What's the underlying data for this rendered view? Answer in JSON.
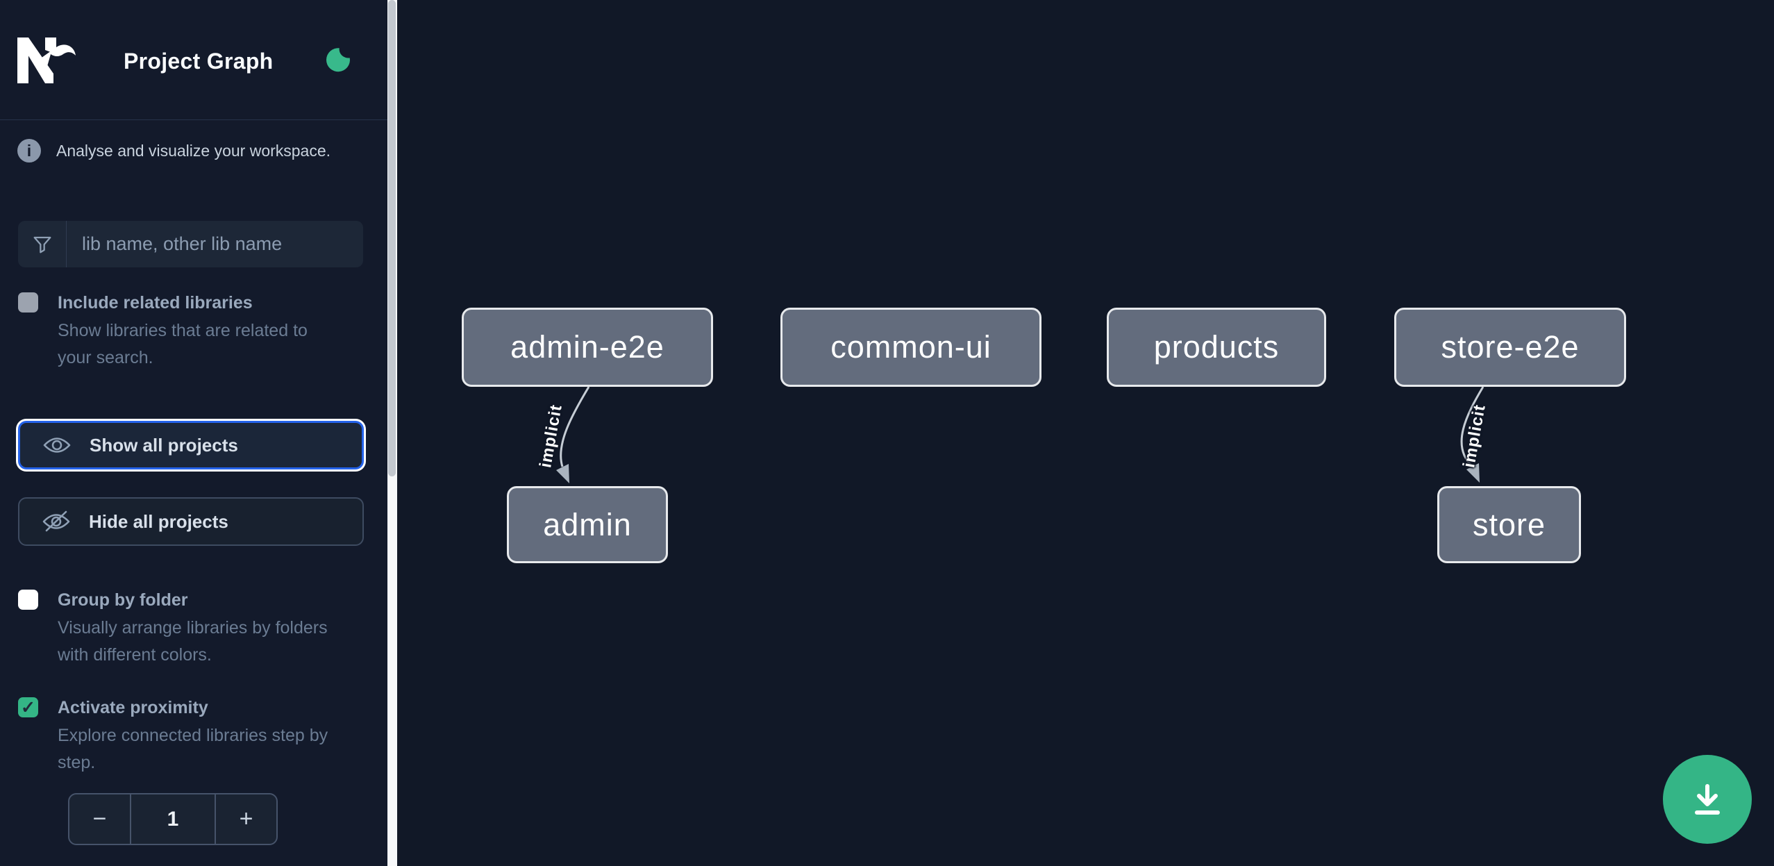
{
  "app": {
    "title": "Project Graph"
  },
  "colors": {
    "accent_green": "#34b586",
    "focus_blue": "#2563eb",
    "node_fill": "#636c7d",
    "node_border": "#e7e9ec",
    "canvas_bg": "#111827",
    "sidebar_bg": "#131a2b"
  },
  "icons": {
    "logo": "nx-logo",
    "theme": "moon",
    "info_glyph": "i",
    "filter": "funnel",
    "show": "eye",
    "hide": "eye-off",
    "download": "download-arrow",
    "check_glyph": "✓"
  },
  "sidebar": {
    "info": "Analyse and visualize your workspace.",
    "search": {
      "placeholder": "lib name, other lib name",
      "value": ""
    },
    "toggles": [
      {
        "label": "Include related libraries",
        "description": "Show libraries that are related to your search.",
        "checked": false,
        "variant": "gray"
      },
      {
        "label": "Group by folder",
        "description": "Visually arrange libraries by folders with different colors.",
        "checked": false,
        "variant": "white"
      },
      {
        "label": "Activate proximity",
        "description": "Explore connected libraries step by step.",
        "checked": true,
        "variant": "green"
      }
    ],
    "buttons": [
      {
        "label": "Show all projects",
        "focused": true
      },
      {
        "label": "Hide all projects",
        "focused": false
      }
    ],
    "stepper": {
      "decrement": "−",
      "value": "1",
      "increment": "+"
    }
  },
  "graph": {
    "nodes": [
      {
        "label": "admin-e2e"
      },
      {
        "label": "common-ui"
      },
      {
        "label": "products"
      },
      {
        "label": "store-e2e"
      },
      {
        "label": "admin"
      },
      {
        "label": "store"
      }
    ],
    "edges": [
      {
        "from": "admin-e2e",
        "to": "admin",
        "label": "implicit"
      },
      {
        "from": "store-e2e",
        "to": "store",
        "label": "implicit"
      }
    ]
  }
}
